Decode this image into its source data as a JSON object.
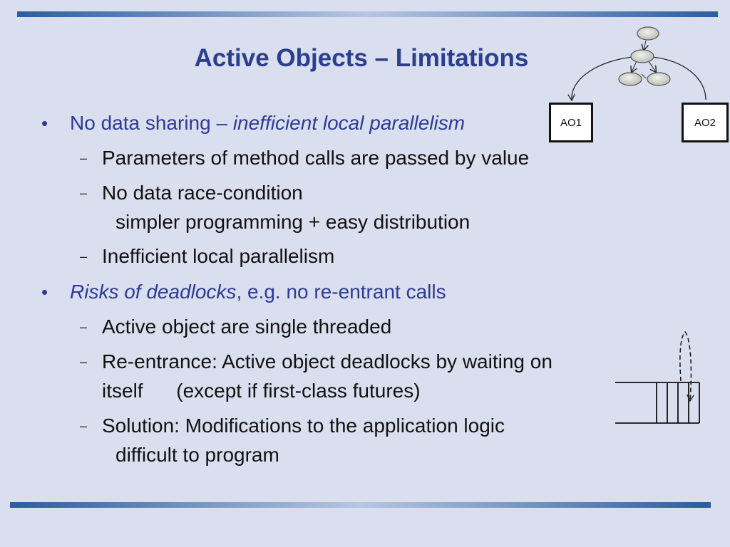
{
  "title": "Active Objects – Limitations",
  "bullets": [
    {
      "prefix": "No data sharing – ",
      "italic": "inefficient local parallelism",
      "suffix": "",
      "subs": [
        {
          "lines": [
            "Parameters of method calls are passed by value"
          ]
        },
        {
          "lines": [
            "No data race-condition",
            "simpler programming + easy distribution"
          ]
        },
        {
          "lines": [
            "Inefficient local parallelism"
          ]
        }
      ]
    },
    {
      "prefix": "",
      "italic": "Risks of deadlocks",
      "suffix": ", e.g. no re-entrant calls",
      "subs": [
        {
          "lines": [
            "Active object are single threaded"
          ]
        },
        {
          "lines": [
            "Re-entrance: Active object deadlocks by waiting on",
            "itself      (except if first-class futures)"
          ]
        },
        {
          "lines": [
            "Solution: Modifications to the application logic",
            "difficult to program"
          ]
        }
      ]
    }
  ],
  "diagram": {
    "ao1_label": "AO1",
    "ao2_label": "AO2"
  },
  "colors": {
    "title": "#2c3e8f",
    "level1_text": "#2f3a96",
    "level2_text": "#111111",
    "background": "#d9dfee",
    "rule": "#2d5d9c"
  }
}
